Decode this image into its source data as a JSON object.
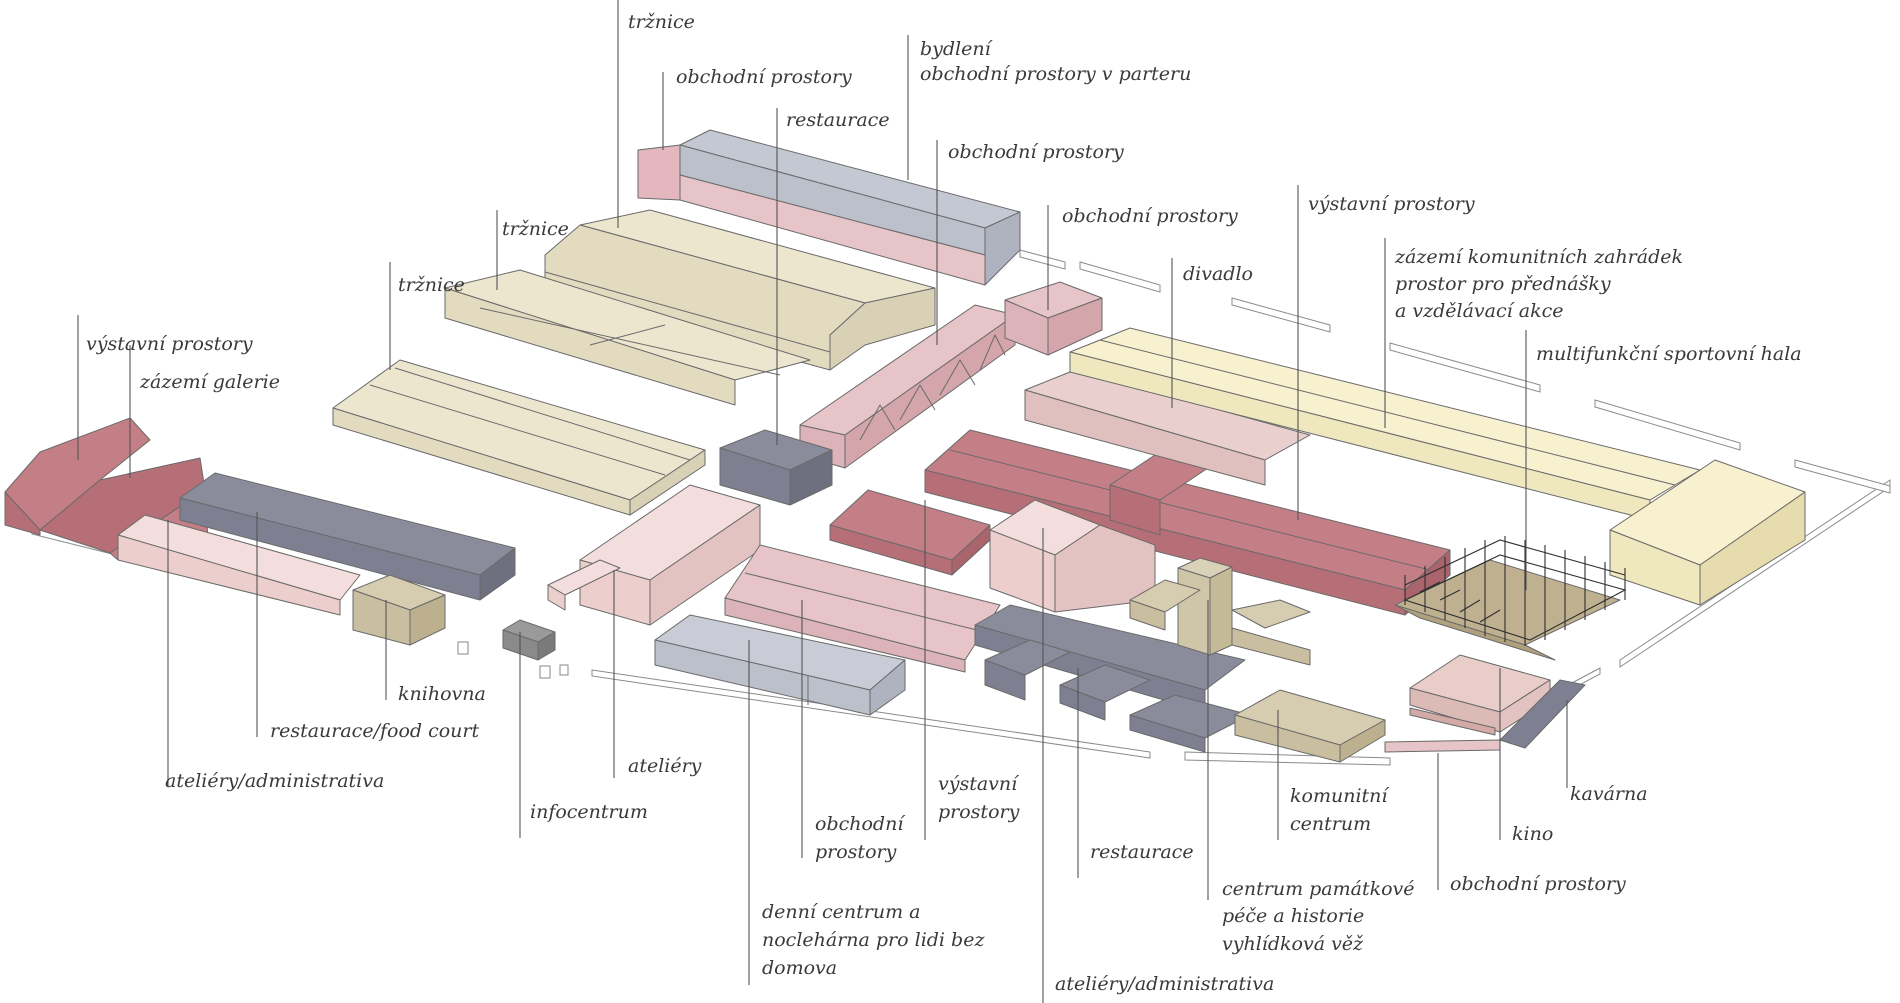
{
  "colors": {
    "market_cream": "#ece6cf",
    "retail_pink": "#e6c4c8",
    "housing_grey": "#c4c8d2",
    "restaurant_slate": "#7e8091",
    "exhibition_red": "#c47f86",
    "theatre_pink": "#e9cfcd",
    "sport_yellow": "#f7f1cf",
    "light_pink": "#f3dedd",
    "community_tan": "#d6ccb0",
    "tower_beige": "#d9d2b8",
    "sport_hall_brown": "#bfb090",
    "leader_line": "#555555"
  },
  "labels": {
    "trznice_top": "tržnice",
    "obchodni_top": "obchodní prostory",
    "bydleni_l1": "bydlení",
    "bydleni_l2": "obchodní prostory v parteru",
    "restaurace_top": "restaurace",
    "obchodni_mid": "obchodní prostory",
    "obchodni_pink": "obchodní prostory",
    "vystavni_top": "výstavní prostory",
    "trznice_mid": "tržnice",
    "trznice_left": "tržnice",
    "divadlo": "divadlo",
    "zazemi_l1": "zázemí komunitních zahrádek",
    "zazemi_l2": "prostor pro přednášky",
    "zazemi_l3": "a vzdělávací akce",
    "sportovni_hala": "multifunkční sportovní hala",
    "vystavni_left": "výstavní prostory",
    "zazemi_galerie": "zázemí galerie",
    "knihovna": "knihovna",
    "restaurace_food": "restaurace/food court",
    "ateliery_admin_left": "ateliéry/administrativa",
    "infocentrum": "infocentrum",
    "ateliery": "ateliéry",
    "obchodni_bottom_l1": "obchodní",
    "obchodni_bottom_l2": "prostory",
    "vystavni_bottom_l1": "výstavní",
    "vystavni_bottom_l2": "prostory",
    "restaurace_bottom": "restaurace",
    "komunitni_l1": "komunitní",
    "komunitni_l2": "centrum",
    "kavarna": "kavárna",
    "kino": "kino",
    "obchodni_bottom_right": "obchodní prostory",
    "denni_l1": "denní centrum a",
    "denni_l2": "noclehárna pro lidi bez",
    "denni_l3": "domova",
    "pamatkove_l1": "centrum památkové",
    "pamatkove_l2": "péče a historie",
    "pamatkove_l3": "vyhlídková věž",
    "ateliery_admin_bottom": "ateliéry/administrativa"
  }
}
